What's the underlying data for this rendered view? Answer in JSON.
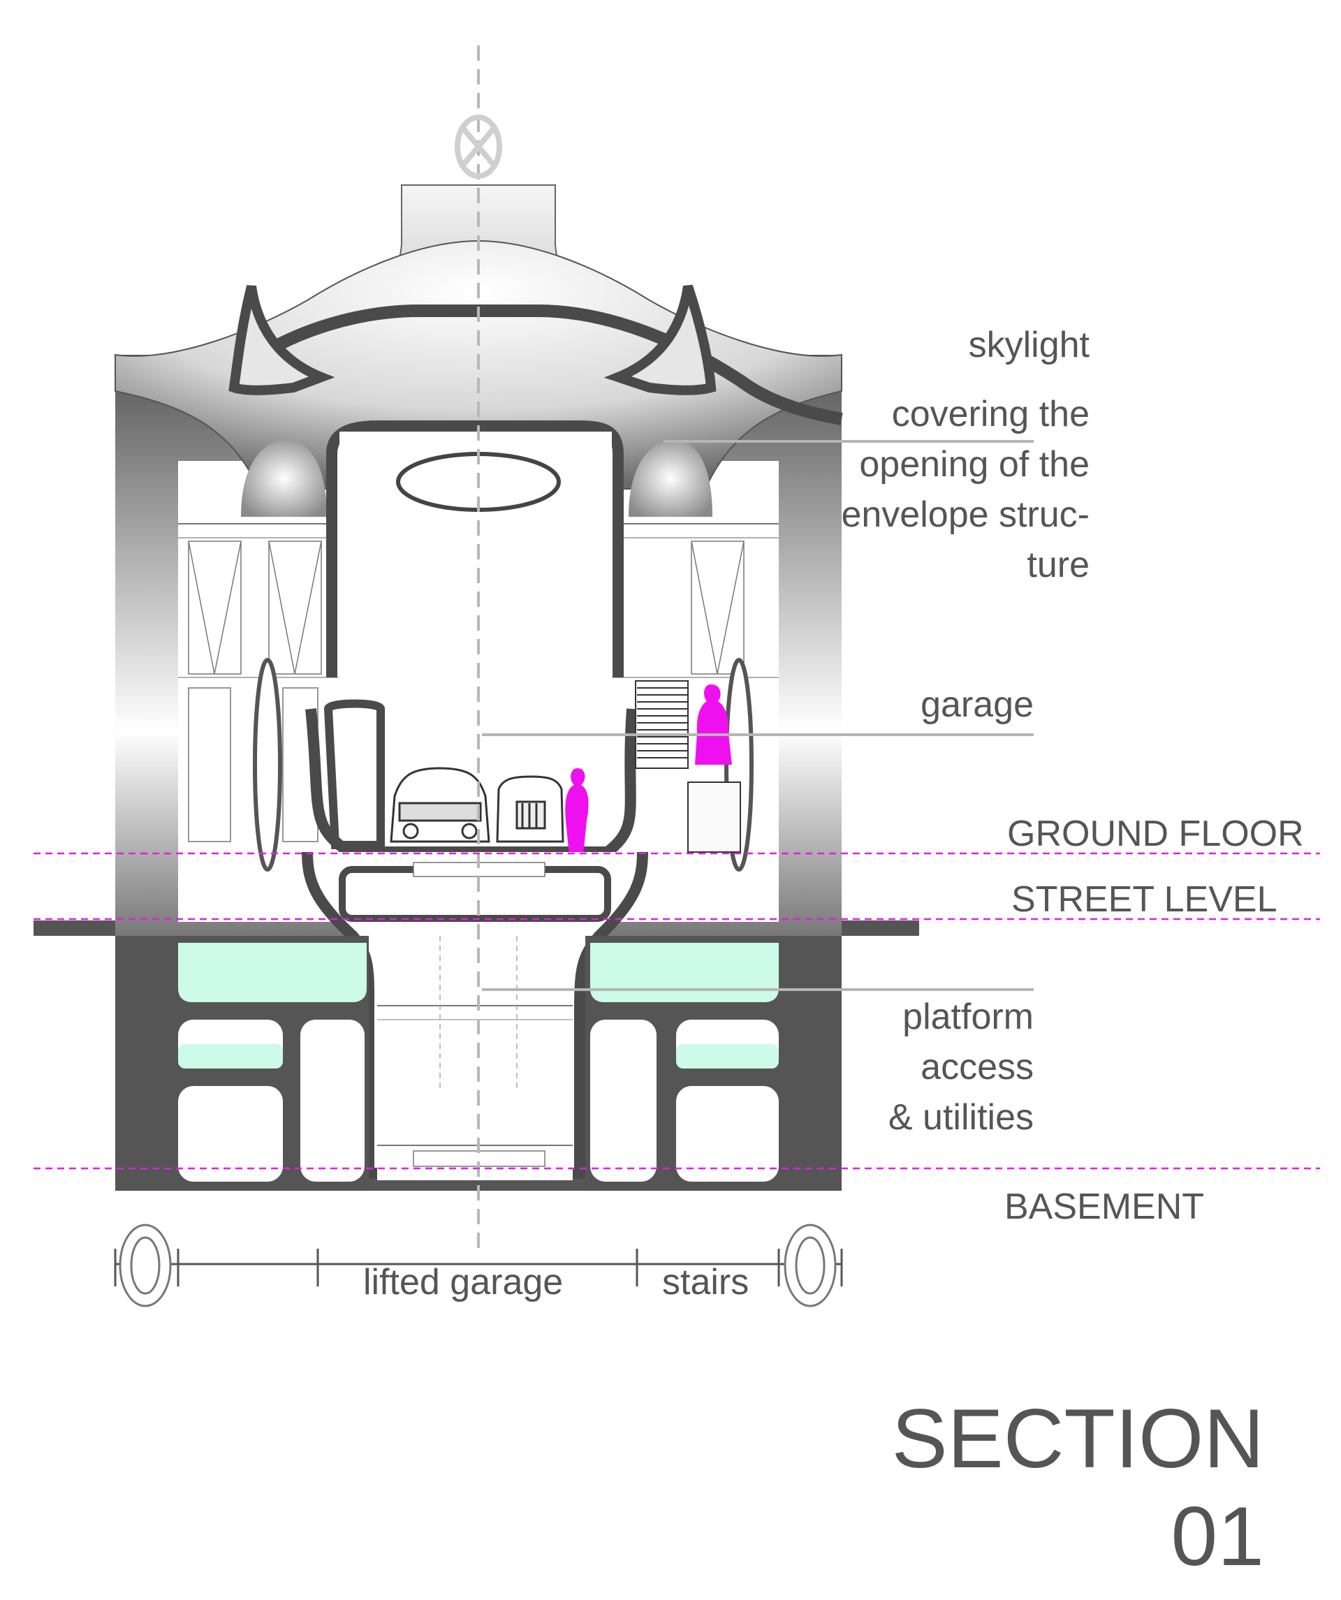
{
  "diagram": {
    "title": "SECTION 01",
    "annotations": {
      "skylight": "skylight",
      "covering": [
        "covering the",
        "opening of the",
        "envelope struc-",
        "ture"
      ],
      "garage": "garage",
      "platform": [
        "platform",
        "access",
        "& utilities"
      ]
    },
    "levels": {
      "ground_floor": "GROUND FLOOR",
      "street_level": "STREET LEVEL",
      "basement": "BASEMENT"
    },
    "dimension_labels": {
      "lifted_garage": "lifted garage",
      "stairs": "stairs"
    },
    "colors": {
      "structure": "#555555",
      "level_line": "#e21ee2",
      "person": "#ee10ee",
      "water": "#ccfbe8",
      "text": "#555555",
      "leader": "#b5b5b5"
    }
  }
}
